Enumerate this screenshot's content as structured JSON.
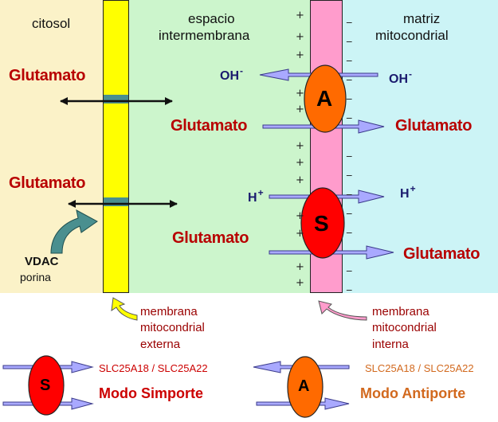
{
  "colors": {
    "citosol_bg": "#fbf2c8",
    "intermembrane_bg": "#ccf5cc",
    "matrix_bg": "#ccf4f6",
    "outer_membrane": "#ffff00",
    "inner_membrane": "#ff9ccc",
    "transporter_A": "#ff6a00",
    "transporter_S": "#ff0000",
    "glutamate_text": "#b80000",
    "ion_text": "#1a1a6e",
    "arrow_fill": "#a9a9ff",
    "simporte_text": "#cc0000",
    "antiporte_text": "#d2691e"
  },
  "regions": {
    "citosol": "citosol",
    "intermembrane": [
      "espacio",
      "intermembrana"
    ],
    "matrix": [
      "matriz",
      "mitocondrial"
    ]
  },
  "compartment_labels": {
    "glutamato_citosol_1": "Glutamato",
    "glutamato_citosol_2": "Glutamato",
    "glutamato_ims_1": "Glutamato",
    "glutamato_ims_2": "Glutamato",
    "glutamato_matrix_1": "Glutamato",
    "glutamato_matrix_2": "Glutamato"
  },
  "ions": {
    "oh_ims": {
      "base": "OH",
      "charge": "-"
    },
    "oh_matrix": {
      "base": "OH",
      "charge": "-"
    },
    "h_ims": {
      "base": "H",
      "charge": "+"
    },
    "h_matrix": {
      "base": "H",
      "charge": "+"
    }
  },
  "transporters": {
    "antiporter_letter": "A",
    "symporter_letter": "S"
  },
  "membrane_signs": {
    "positive": "+",
    "negative": "_"
  },
  "vdac": {
    "name": "VDAC",
    "subtitle": "porina"
  },
  "membrane_captions": {
    "outer": [
      "membrana",
      "mitocondrial",
      "externa"
    ],
    "inner": [
      "membrana",
      "mitocondrial",
      "interna"
    ]
  },
  "legend": {
    "simporte": {
      "gene": "SLC25A18 / SLC25A22",
      "mode": "Modo Simporte",
      "letter": "S"
    },
    "antiporte": {
      "gene": "SLC25A18 / SLC25A22",
      "mode": "Modo Antiporte",
      "letter": "A"
    }
  }
}
